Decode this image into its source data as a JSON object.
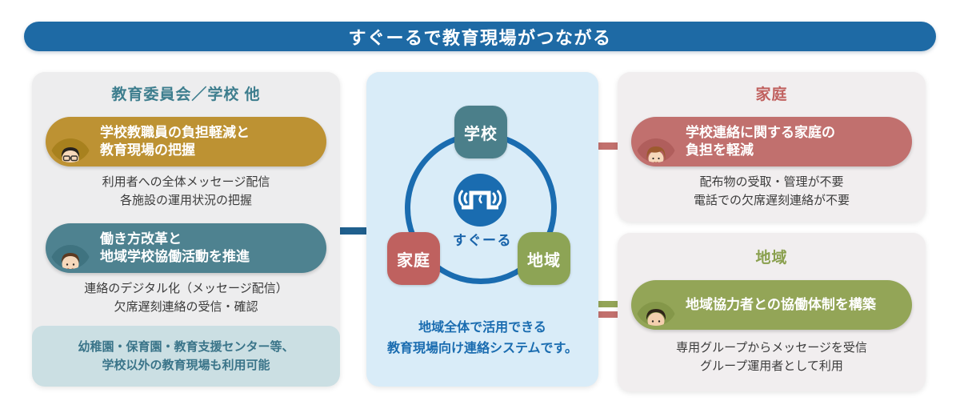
{
  "banner": {
    "title": "すぐーるで教育現場がつながる"
  },
  "left_panel": {
    "header": "教育委員会／学校 他",
    "item1": {
      "icon": "principal-avatar-icon",
      "title": "学校教職員の負担軽減と\n教育現場の把握",
      "description": "利用者への全体メッセージ配信\n各施設の運用状況の把握"
    },
    "item2": {
      "icon": "staff-avatar-icon",
      "title": "働き方改革と\n地域学校協働活動を推進",
      "description": "連絡のデジタル化（メッセージ配信）\n欠席遅刻連絡の受信・確認"
    },
    "note": "幼稚園・保育園・教育支援センター等、\n学校以外の教育現場も利用可能"
  },
  "center_panel": {
    "nodes": {
      "top": "学校",
      "left": "家庭",
      "right": "地域"
    },
    "logo_text": "すぐーる",
    "caption": "地域全体で活用できる\n教育現場向け連絡システムです。"
  },
  "family_panel": {
    "header": "家庭",
    "item": {
      "icon": "parent-avatar-icon",
      "title": "学校連絡に関する家庭の\n負担を軽減",
      "description": "配布物の受取・管理が不要\n電話での欠席遅刻連絡が不要"
    }
  },
  "community_panel": {
    "header": "地域",
    "item": {
      "icon": "volunteer-avatar-icon",
      "title": "地域協力者との協働体制を構築",
      "description": "専用グループからメッセージを受信\nグループ運用者として利用"
    }
  },
  "colors": {
    "banner_blue": "#1e6aa5",
    "accent_blue": "#1a6cb0",
    "gold": "#bd9233",
    "teal": "#4e8290",
    "red": "#c1706e",
    "olive_green": "#93a557",
    "header_teal": "#3e7e8e",
    "header_red": "#c0605e",
    "header_green": "#8aa04e",
    "note_bg": "#cbdfe3",
    "center_bg": "#d9ecf8"
  }
}
